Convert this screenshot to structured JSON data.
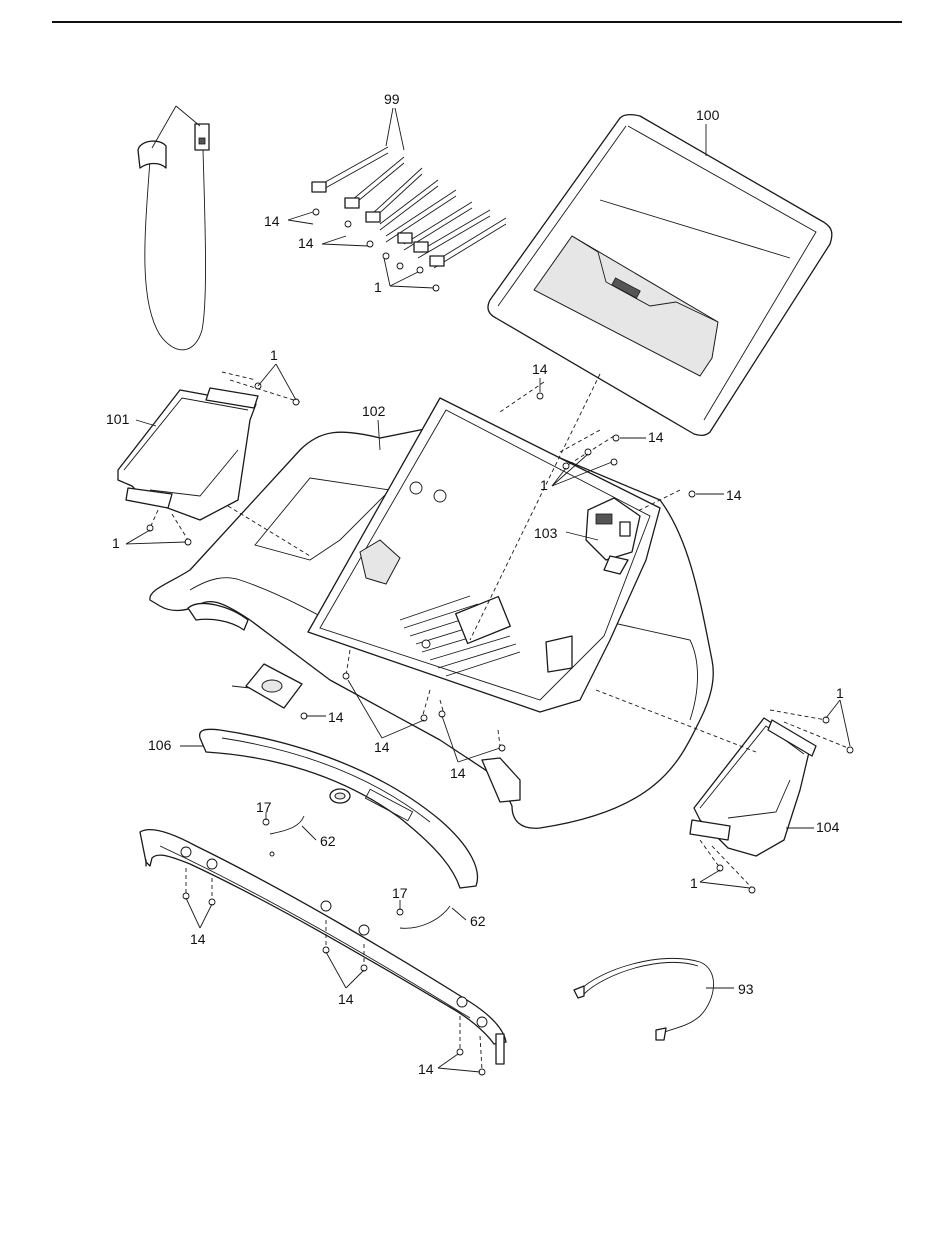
{
  "labels": {
    "p99": "99",
    "p100": "100",
    "p101": "101",
    "p102": "102",
    "p103": "103",
    "p104": "104",
    "p106": "106",
    "p93": "93",
    "p62": "62",
    "p17": "17",
    "p14": "14",
    "p1": "1"
  }
}
